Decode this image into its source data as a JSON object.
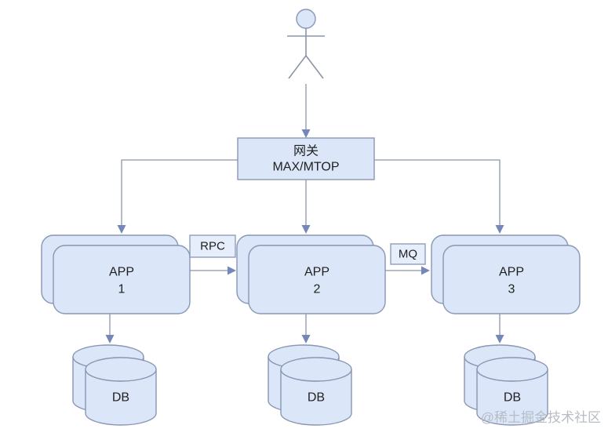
{
  "gateway": {
    "line1": "网关",
    "line2": "MAX/MTOP"
  },
  "apps": [
    {
      "line1": "APP",
      "line2": "1"
    },
    {
      "line1": "APP",
      "line2": "2"
    },
    {
      "line1": "APP",
      "line2": "3"
    }
  ],
  "edges": {
    "rpc_label": "RPC",
    "mq_label": "MQ"
  },
  "databases": [
    {
      "label": "DB"
    },
    {
      "label": "DB"
    },
    {
      "label": "DB"
    }
  ],
  "watermark": "@稀土掘金技术社区",
  "colors": {
    "background": "#ffffff",
    "node_fill": "#dbe7f9",
    "node_fill_light": "#e6eefb",
    "node_border": "#8897b3",
    "connector": "#8b95a8",
    "arrowhead": "#7487b8",
    "text": "#1f1f1f",
    "watermark": "#b7bcc6"
  }
}
